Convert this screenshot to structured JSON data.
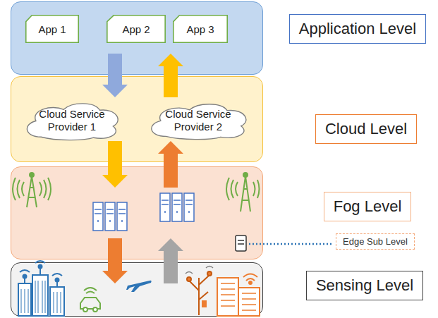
{
  "diagram": {
    "nodes": [
      {
        "text": [
          "Application Level"
        ]
      },
      {
        "text": [
          "App 1"
        ],
        "in": 0
      },
      {
        "text": [
          "App 2"
        ],
        "in": 0
      },
      {
        "text": [
          "App 3"
        ],
        "in": 0
      },
      {
        "text": [
          "Cloud Level"
        ]
      },
      {
        "text": [
          "Cloud Service Provider 1"
        ],
        "in": 4
      },
      {
        "text": [
          "Cloud Service Provider 2"
        ],
        "in": 4
      },
      {
        "text": [
          "Fog Level"
        ]
      },
      {
        "text": [
          "Edge Sub Level"
        ]
      },
      {
        "text": [
          "Sensing Level"
        ]
      }
    ],
    "edges": [
      {
        "from": 0,
        "to": 4,
        "arrow": "to"
      },
      {
        "from": 4,
        "to": 0,
        "arrow": "to"
      },
      {
        "from": 4,
        "to": 7,
        "arrow": "to"
      },
      {
        "from": 7,
        "to": 4,
        "arrow": "to"
      },
      {
        "from": 7,
        "to": 9,
        "arrow": "to"
      },
      {
        "from": 9,
        "to": 7,
        "arrow": "to"
      }
    ]
  }
}
